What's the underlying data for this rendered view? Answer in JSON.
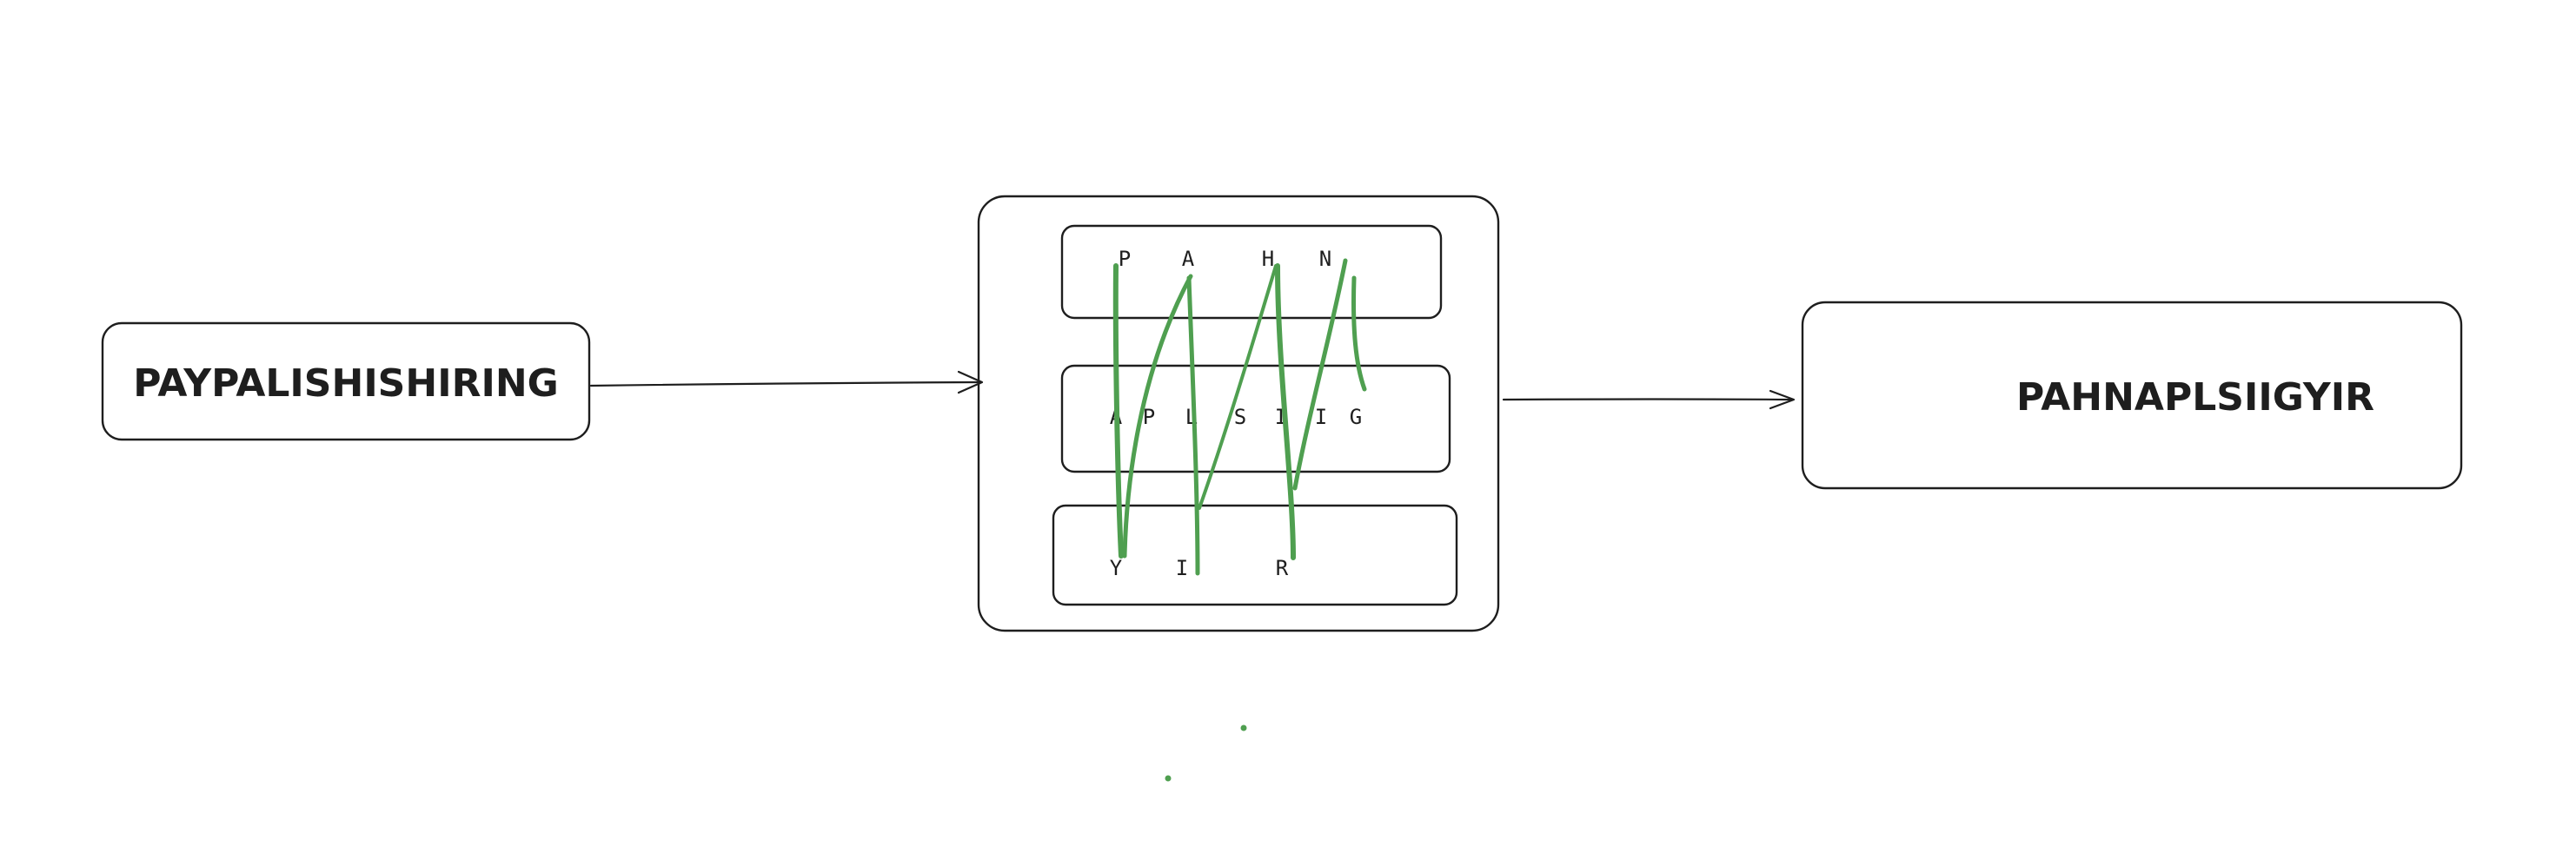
{
  "input": {
    "text": "PAYPALISHISHIRING"
  },
  "zigzag": {
    "rows": [
      {
        "letters": [
          "P",
          "A",
          "H",
          "N"
        ]
      },
      {
        "letters": [
          "A",
          "P",
          "L",
          "S",
          "I",
          "I",
          "G"
        ]
      },
      {
        "letters": [
          "Y",
          "I",
          "R"
        ]
      }
    ]
  },
  "output": {
    "text": "PAHNAPLSIIGYIR"
  },
  "colors": {
    "ink": "#1e1e1e",
    "highlight": "#4f9f50"
  }
}
